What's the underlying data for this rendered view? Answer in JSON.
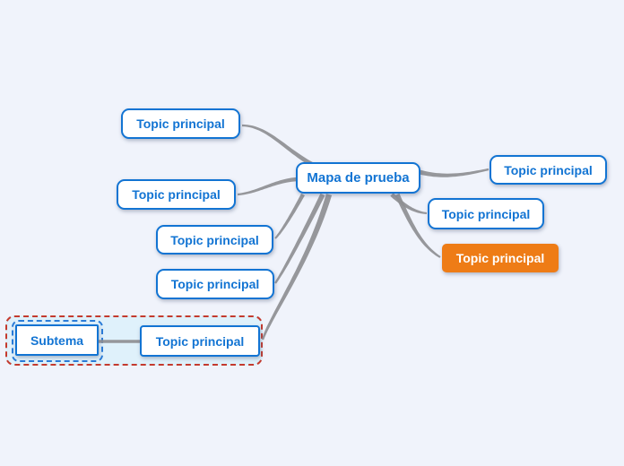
{
  "colors": {
    "background": "#f0f3fb",
    "accent_blue": "#1274d3",
    "accent_orange": "#ee7c16",
    "node_background": "#ffffff",
    "connector_gray": "#8e8f93",
    "selection_fill": "#dff1fb",
    "selection_red": "#c43a2e",
    "selection_blue": "#2a7cd8"
  },
  "mindmap": {
    "root": {
      "label": "Mapa de prueba"
    },
    "topics": [
      {
        "label": "Topic principal",
        "variant": "blue"
      },
      {
        "label": "Topic principal",
        "variant": "blue"
      },
      {
        "label": "Topic principal",
        "variant": "blue"
      },
      {
        "label": "Topic principal",
        "variant": "blue"
      },
      {
        "label": "Topic principal",
        "variant": "blue-selected-group"
      },
      {
        "label": "Topic principal",
        "variant": "blue"
      },
      {
        "label": "Topic principal",
        "variant": "blue"
      },
      {
        "label": "Topic principal",
        "variant": "orange"
      }
    ],
    "subtopic": {
      "label": "Subtema"
    }
  }
}
